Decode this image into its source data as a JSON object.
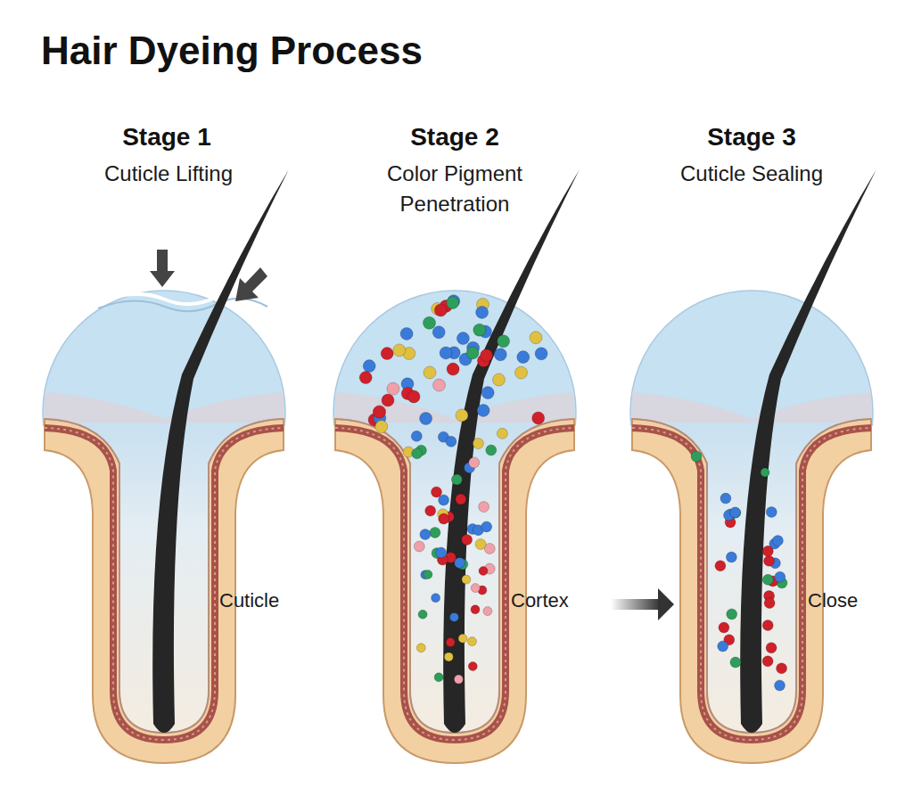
{
  "diagram": {
    "title": "Hair Dyeing Process",
    "labels": [
      "Stage 1",
      "Cuticle Lifting",
      "Stage 2",
      "Color Pigment Penetration",
      "Stage 3",
      "Cuticle Sealing",
      "Cuticle",
      "Cortex",
      "Close"
    ]
  }
}
